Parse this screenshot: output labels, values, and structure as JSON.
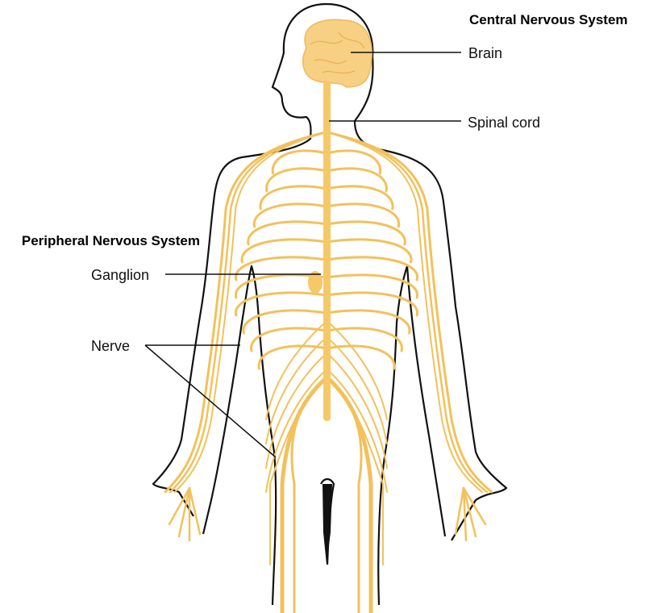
{
  "title_cns": "Central Nervous System",
  "title_pns": "Peripheral Nervous System",
  "labels": {
    "brain": "Brain",
    "spinal_cord": "Spinal cord",
    "ganglion": "Ganglion",
    "nerve": "Nerve"
  },
  "colors": {
    "nerve": "#f2c15c",
    "brain": "#f7d084",
    "outline": "#111111"
  }
}
